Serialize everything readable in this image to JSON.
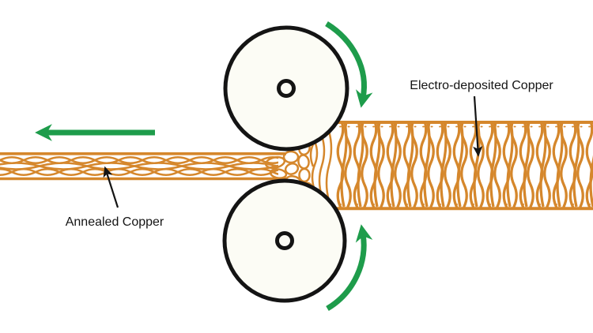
{
  "title": "Copper rolling process diagram",
  "labels": {
    "electro_deposited": "Electro-deposited Copper",
    "annealed": "Annealed Copper"
  },
  "icons": {
    "top_roller_rotation": "curved-arrow-clockwise",
    "bottom_roller_rotation": "curved-arrow-counterclockwise",
    "strip_direction": "arrow-left"
  },
  "colors": {
    "copper": "#D5872C",
    "green": "#1E9C4B",
    "ink": "#141414",
    "roller_fill": "#FCFCF5",
    "background": "#FFFFFF"
  }
}
